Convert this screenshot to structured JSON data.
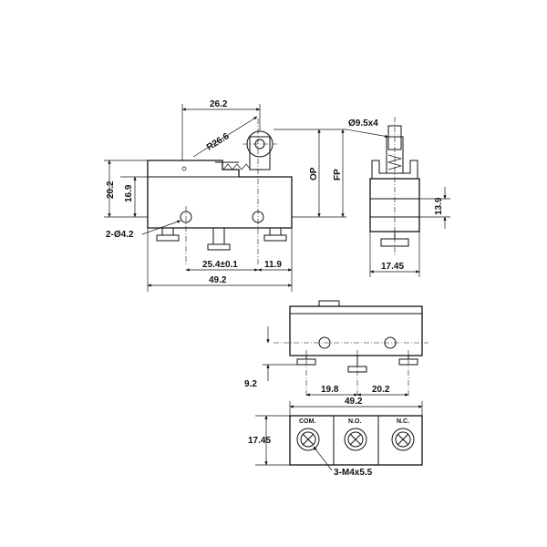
{
  "dimensions": {
    "top_width": "26.2",
    "radius": "R26.6",
    "roller": "Ø9.5x4",
    "op": "OP",
    "fp": "FP",
    "height_20_2": "20.2",
    "height_16_9": "16.9",
    "holes": "2-Ø4.2",
    "pitch": "25.4±0.1",
    "edge": "11.9",
    "length": "49.2",
    "side_height": "13.9",
    "side_width": "17.45",
    "bottom_offset": "9.2",
    "term_spacing_1": "19.8",
    "term_spacing_2": "20.2",
    "bottom_length": "49.2",
    "bottom_width": "17.45",
    "screws": "3-M4x5.5"
  },
  "terminals": {
    "com": "COM.",
    "no": "N.O.",
    "nc": "N.C."
  },
  "colors": {
    "line": "#111111",
    "background": "#ffffff"
  }
}
